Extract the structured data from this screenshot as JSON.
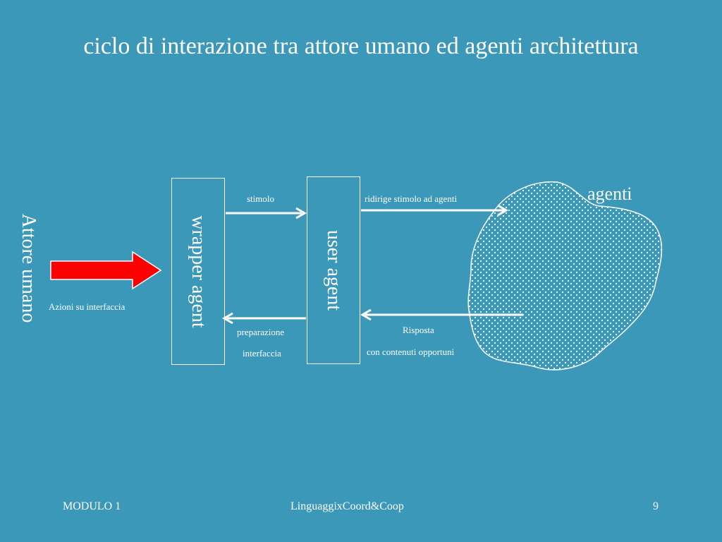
{
  "slide": {
    "title": "ciclo di interazione tra attore umano ed agenti architettura",
    "actor_label": "Attore umano",
    "actions_label": "Azioni su interfaccia",
    "wrapper_box": "wrapper agent",
    "user_box": "user agent",
    "stimolo_label": "stimolo",
    "prep_line1": "preparazione",
    "prep_line2": "interfaccia",
    "redirect_label": "ridirige stimolo ad agenti",
    "response_line1": "Risposta",
    "response_line2": "con contenuti opportuni",
    "agents_label": "agenti"
  },
  "colors": {
    "background": "#3b98b8",
    "arrow_red": "#ff0000",
    "foreground": "#ffffff"
  },
  "footer": {
    "left": "MODULO 1",
    "center": "LinguaggixCoord&Coop",
    "page": "9"
  }
}
